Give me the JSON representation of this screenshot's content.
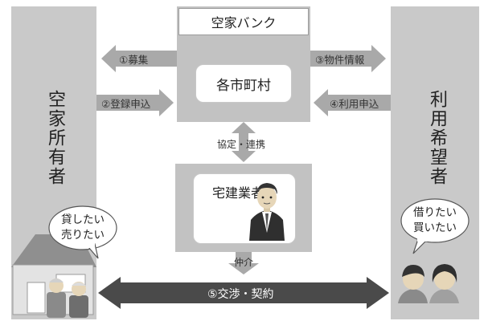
{
  "title": "空家バンク",
  "municipality": "各市町村",
  "real_estate": "宅建業者等",
  "owners": "空家所有者",
  "seekers": "利用希望者",
  "arrows": {
    "recruit": "①募集",
    "register": "②登録申込",
    "property_info": "③物件情報",
    "use_apply": "④利用申込",
    "agreement": "協定・連携",
    "mediation": "仲介",
    "negotiation": "⑤交渉・契約"
  },
  "bubbles": {
    "owner": [
      "貸したい",
      "売りたい"
    ],
    "seeker": [
      "借りたい",
      "買いたい"
    ]
  },
  "colors": {
    "panel": "#c9c9c9",
    "center": "#c2c2c2",
    "arrow_light": "#a9a9a9",
    "arrow_dark": "#4a4a4a"
  },
  "icons": [
    "businessman-icon",
    "house-icon",
    "elderly-couple-icon",
    "young-couple-icon"
  ]
}
